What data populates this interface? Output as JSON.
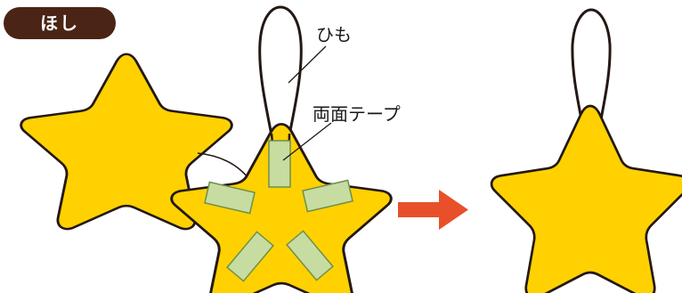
{
  "title_badge": "ほし",
  "labels": {
    "string": "ひも",
    "tape": "両面テープ"
  },
  "colors": {
    "star_fill": "#FFD100",
    "outline": "#231815",
    "tape_fill": "#C7DCA1",
    "tape_stroke": "#6E8F4A",
    "arrow": "#E8502A",
    "badge": "#4A2414"
  },
  "icons": [
    "curved-arrow-icon",
    "right-arrow-icon"
  ]
}
